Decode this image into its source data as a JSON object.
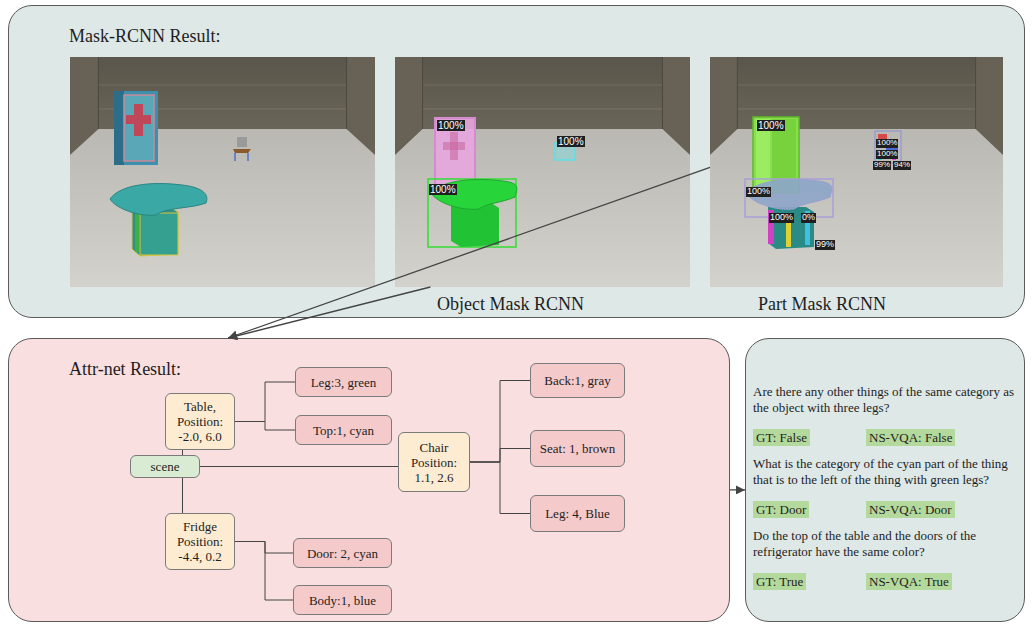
{
  "diagram": {
    "nodes": [
      {
        "text": [
          "Mask-RCNN Result:"
        ]
      },
      {
        "text": [
          "Object Mask RCNN"
        ],
        "in": 0
      },
      {
        "text": [
          "Part Mask RCNN"
        ],
        "in": 0
      },
      {
        "text": [
          "Attr-net Result:"
        ]
      },
      {
        "text": [
          "Table, Position: -2.0, 6.0"
        ],
        "in": 3
      },
      {
        "text": [
          "Leg:3, green"
        ],
        "in": 3
      },
      {
        "text": [
          "Top:1, cyan"
        ],
        "in": 3
      },
      {
        "text": [
          "scene"
        ],
        "in": 3
      },
      {
        "text": [
          "Chair Position: 1.1, 2.6"
        ],
        "in": 3
      },
      {
        "text": [
          "Back:1, gray"
        ],
        "in": 3
      },
      {
        "text": [
          "Seat: 1, brown"
        ],
        "in": 3
      },
      {
        "text": [
          "Leg: 4, Blue"
        ],
        "in": 3
      },
      {
        "text": [
          "Fridge Position: -4.4, 0.2"
        ],
        "in": 3
      },
      {
        "text": [
          "Door: 2, cyan"
        ],
        "in": 3
      },
      {
        "text": [
          "Body:1, blue"
        ],
        "in": 3
      },
      {
        "text": [
          "Are there any other things of the same category as the object with three legs?",
          "GT: False",
          "NS-VQA: False",
          "What is the category of the cyan part of the thing that is to the left of the thing with green legs?",
          "GT: Door",
          "NS-VQA: Door",
          "Do the top of the table and the doors of the refrigerator have the same color?",
          "GT: True",
          "NS-VQA: True"
        ]
      }
    ],
    "edges": [
      {
        "from": 1,
        "to": 3,
        "arrow": "to"
      },
      {
        "from": 2,
        "to": 3,
        "arrow": "to"
      },
      {
        "from": 7,
        "to": 4,
        "arrow": "none"
      },
      {
        "from": 7,
        "to": 8,
        "arrow": "none"
      },
      {
        "from": 7,
        "to": 12,
        "arrow": "none"
      },
      {
        "from": 4,
        "to": 5,
        "arrow": "none"
      },
      {
        "from": 4,
        "to": 6,
        "arrow": "none"
      },
      {
        "from": 8,
        "to": 9,
        "arrow": "none"
      },
      {
        "from": 8,
        "to": 10,
        "arrow": "none"
      },
      {
        "from": 8,
        "to": 11,
        "arrow": "none"
      },
      {
        "from": 12,
        "to": 13,
        "arrow": "none"
      },
      {
        "from": 12,
        "to": 14,
        "arrow": "none"
      },
      {
        "from": 3,
        "to": 15,
        "arrow": "to"
      }
    ],
    "labels": [
      "100%",
      "100%",
      "100%",
      "100%",
      "100%",
      "100%",
      "99%",
      "94%",
      "100%",
      "100%",
      "0%",
      "99%"
    ]
  }
}
